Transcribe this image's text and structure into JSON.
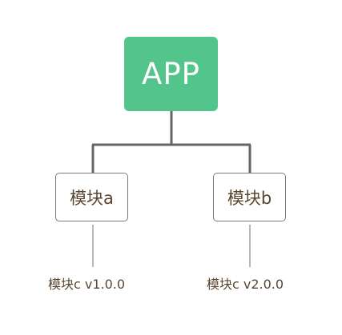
{
  "diagram": {
    "root": {
      "label": "APP"
    },
    "children": [
      {
        "label": "模块a",
        "dependency": "模块c v1.0.0"
      },
      {
        "label": "模块b",
        "dependency": "模块c v2.0.0"
      }
    ]
  },
  "colors": {
    "root_fill": "#52c48c",
    "root_text": "#ffffff",
    "node_border": "#7a7a7a",
    "text": "#5a4630",
    "connector": "#666666"
  }
}
